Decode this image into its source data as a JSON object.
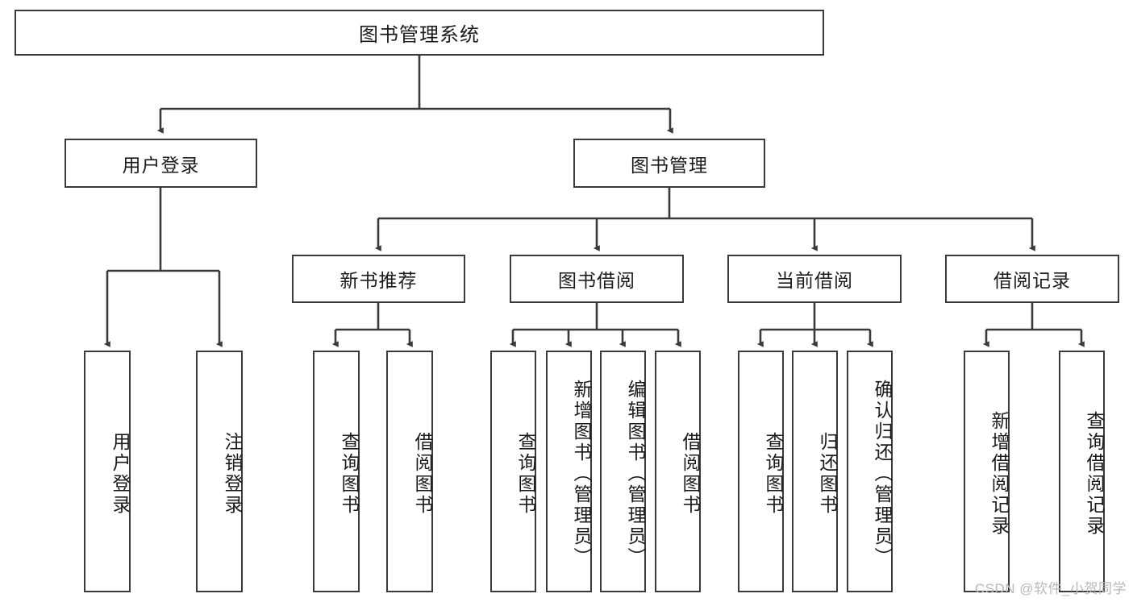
{
  "diagram": {
    "title_node": "图书管理系统",
    "watermark": "CSDN @软件_小贺同学",
    "colors": {
      "stroke": "#3a3a3a",
      "fill": "#ffffff",
      "text": "#1b1b1b",
      "watermark": "#b9b9b9"
    },
    "level1": [
      {
        "label": "用户登录"
      },
      {
        "label": "图书管理"
      }
    ],
    "level2": [
      {
        "label": "新书推荐"
      },
      {
        "label": "图书借阅"
      },
      {
        "label": "当前借阅"
      },
      {
        "label": "借阅记录"
      }
    ],
    "leaves": {
      "user_login": [
        {
          "label": "用户登录"
        },
        {
          "label": "注销登录"
        }
      ],
      "new_book_recommend": [
        {
          "label": "查询图书"
        },
        {
          "label": "借阅图书"
        }
      ],
      "book_borrow": [
        {
          "label": "查询图书"
        },
        {
          "label": "新增图书（管理员）"
        },
        {
          "label": "编辑图书（管理员）"
        },
        {
          "label": "借阅图书"
        }
      ],
      "current_borrow": [
        {
          "label": "查询图书"
        },
        {
          "label": "归还图书"
        },
        {
          "label": "确认归还（管理员）"
        }
      ],
      "borrow_record": [
        {
          "label": "新增借阅记录"
        },
        {
          "label": "查询借阅记录"
        }
      ]
    }
  }
}
